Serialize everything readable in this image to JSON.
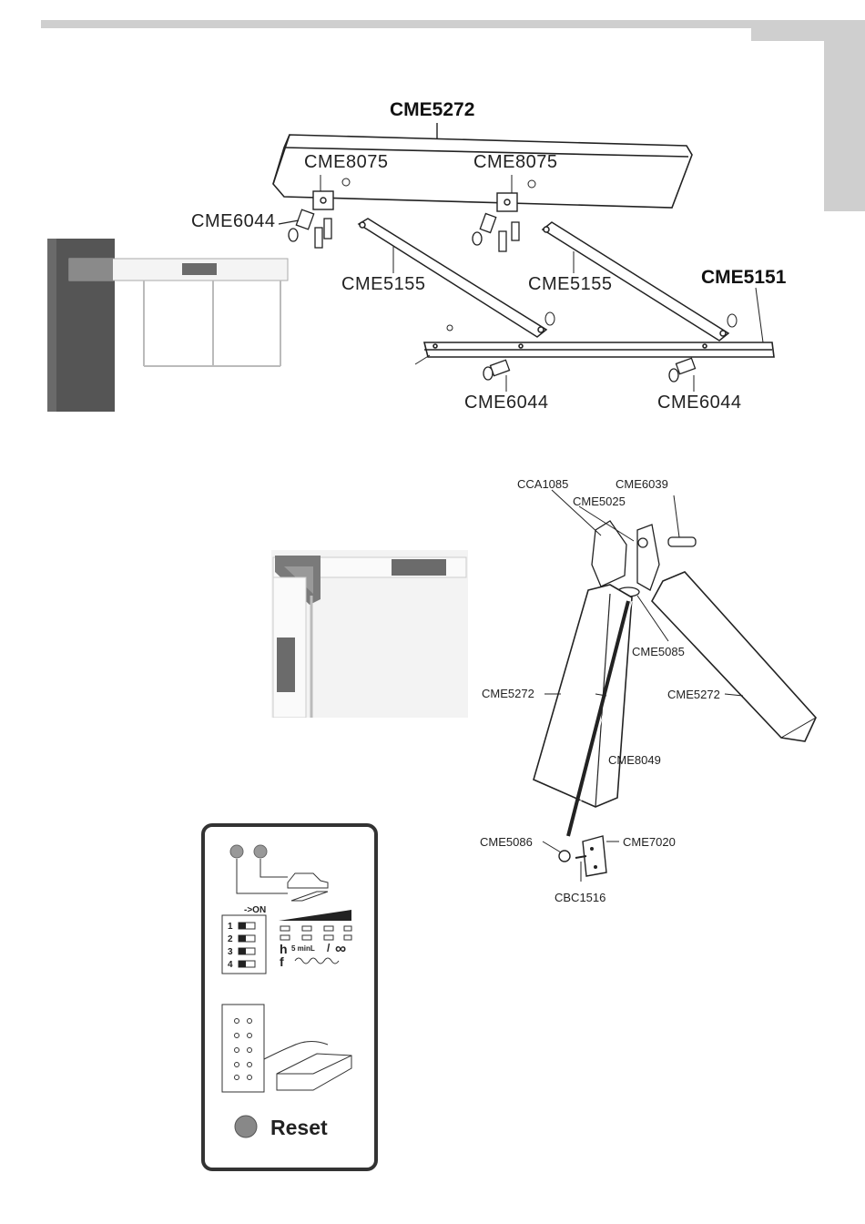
{
  "labels": {
    "top_beam": "CME5272",
    "bracket_left": "CME8075",
    "bracket_right": "CME8075",
    "screw_top_left": "CME6044",
    "strut_left": "CME5155",
    "strut_right": "CME5155",
    "bottom_beam": "CME5151",
    "screw_bottom_left": "CME6044",
    "screw_bottom_right": "CME6044",
    "hinge_plate": "CCA1085",
    "hinge_pin": "CME6039",
    "hinge_washer": "CME5025",
    "hinge_bush": "CME5085",
    "arm_left": "CME5272",
    "arm_right": "CME5272",
    "rod": "CME8049",
    "rod_end": "CME5086",
    "base_plate": "CME7020",
    "base_screw": "CBC1516"
  },
  "panel": {
    "on_label": "->ON",
    "switches": [
      "1",
      "2",
      "3",
      "4"
    ],
    "h_label": "h",
    "f_label": "f",
    "minl_label": "5 minL",
    "slash": "/",
    "infinity": "∞",
    "reset_label": "Reset"
  },
  "colors": {
    "post": "#555555",
    "rule": "#cfcfcf",
    "panel_border": "#333333",
    "reset_button": "#888888"
  }
}
